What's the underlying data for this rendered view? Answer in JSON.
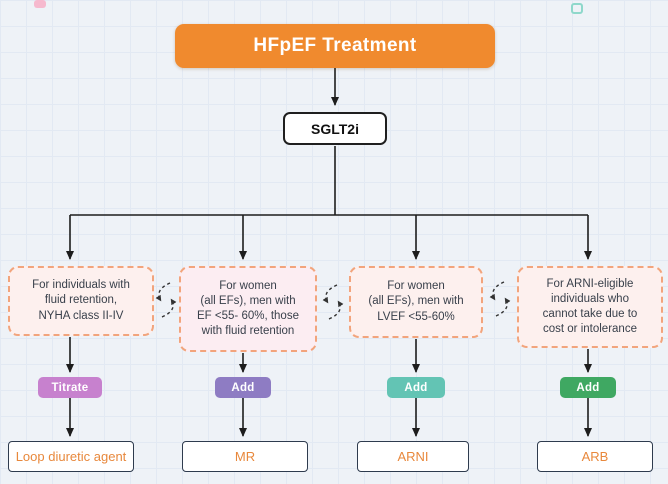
{
  "header": {
    "title": "HFpEF Treatment",
    "accent_color": "#f08a2e"
  },
  "root_node": {
    "label": "SGLT2i"
  },
  "branches": [
    {
      "condition": "For individuals with\nfluid retention,\nNYHA class II-IV",
      "action": "Titrate",
      "action_color": "#c781ce",
      "result": "Loop diuretic agent"
    },
    {
      "condition": "For women\n(all EFs), men with\nEF <55- 60%, those\nwith fluid retention",
      "action": "Add",
      "action_color": "#8e7cc3",
      "result": "MR"
    },
    {
      "condition": "For women\n(all EFs), men with\nLVEF <55-60%",
      "action": "Add",
      "action_color": "#63c4b4",
      "result": "ARNI"
    },
    {
      "condition": "For ARNI-eligible\nindividuals who\ncannot take due to\ncost or intolerance",
      "action": "Add",
      "action_color": "#3fa862",
      "result": "ARB"
    }
  ],
  "colors": {
    "condition_border": "#f2a47c",
    "condition_bg": "#fdf0ee",
    "result_text": "#e8883c",
    "result_border": "#2e3b4e",
    "arrow": "#1d1d1d",
    "background": "#eef2f7"
  }
}
